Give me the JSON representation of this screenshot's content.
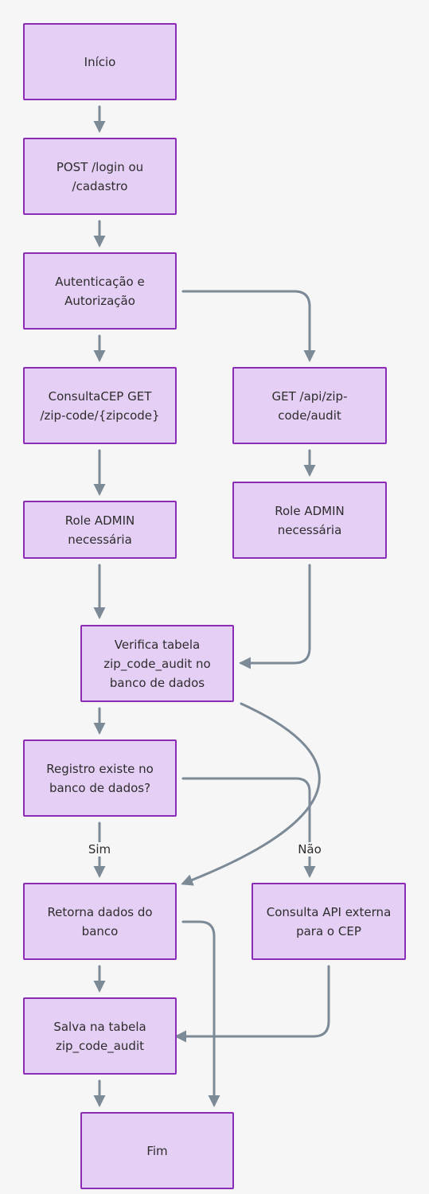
{
  "colors": {
    "node_fill": "#e5cff5",
    "node_border": "#8a2cb5",
    "edge": "#7b8a96",
    "background": "#f6f6f6",
    "text": "#2d2d2d"
  },
  "nodes": {
    "inicio": "Início",
    "post_login": "POST /login ou /cadastro",
    "autenticacao": "Autenticação e Autorização",
    "consulta_cep": "ConsultaCEP GET /zip-code/{zipcode}",
    "get_audit": "GET /api/zip-code/audit",
    "role_admin_left": "Role ADMIN necessária",
    "role_admin_right": "Role ADMIN necessária",
    "verifica_tabela": "Verifica tabela zip_code_audit no banco de dados",
    "registro_existe": "Registro existe no banco de dados?",
    "retorna_dados": "Retorna dados do banco",
    "consulta_api": "Consulta API externa para o CEP",
    "salva_tabela": "Salva na tabela zip_code_audit",
    "fim": "Fim"
  },
  "edge_labels": {
    "sim": "Sim",
    "nao": "Não"
  }
}
